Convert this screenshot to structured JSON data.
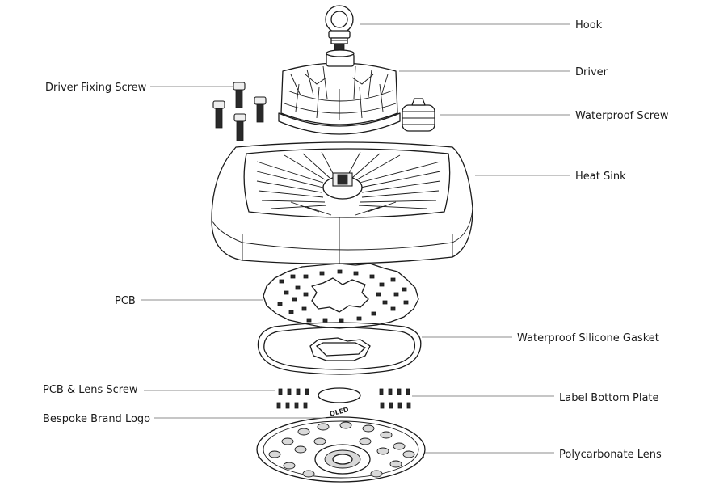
{
  "diagram": {
    "labels": {
      "hook": "Hook",
      "driver": "Driver",
      "driver_fixing_screw": "Driver Fixing Screw",
      "waterproof_screw": "Waterproof Screw",
      "heat_sink": "Heat Sink",
      "pcb": "PCB",
      "waterproof_silicone_gasket": "Waterproof Silicone Gasket",
      "pcb_lens_screw": "PCB & Lens Screw",
      "label_bottom_plate": "Label Bottom Plate",
      "bespoke_brand_logo": "Bespoke Brand Logo",
      "polycarbonate_lens": "Polycarbonate Lens"
    },
    "brand_logo_text": "OLED"
  }
}
